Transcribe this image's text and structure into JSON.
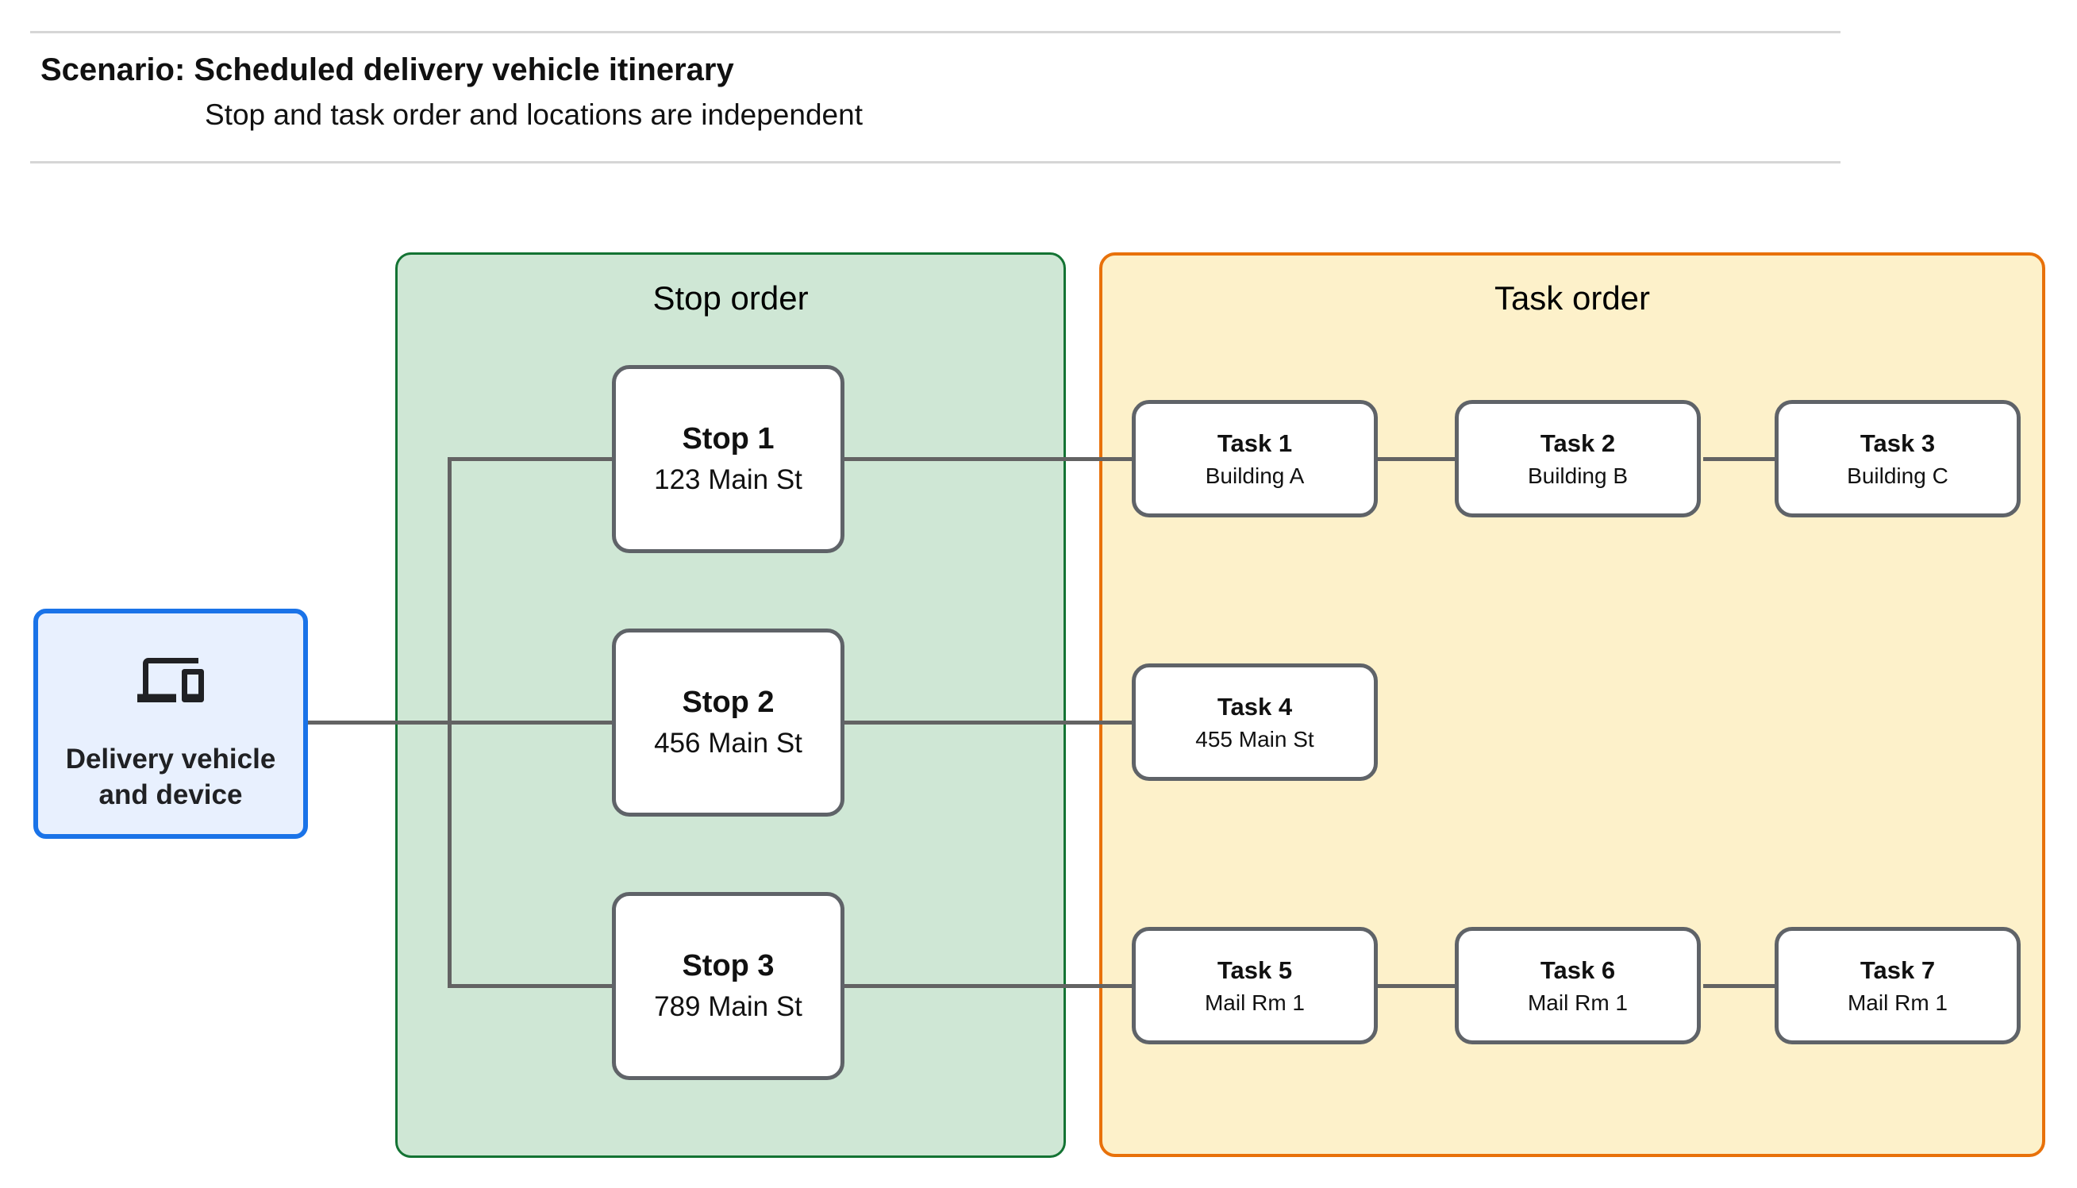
{
  "header": {
    "title": "Scenario: Scheduled delivery vehicle itinerary",
    "subtitle": "Stop and task order and locations are independent"
  },
  "vehicle": {
    "icon": "devices-icon",
    "lines": [
      "Delivery vehicle",
      "and device"
    ],
    "fill_color": "#e8f0fe",
    "border_color": "#1a73e8"
  },
  "stop_panel": {
    "title": "Stop order",
    "fill_color": "#cfe7d5",
    "border_color": "#137333"
  },
  "task_panel": {
    "title": "Task order",
    "fill_color": "#fdf1ca",
    "border_color": "#e8710a"
  },
  "stops": [
    {
      "title": "Stop 1",
      "location": "123 Main St"
    },
    {
      "title": "Stop 2",
      "location": "456 Main St"
    },
    {
      "title": "Stop 3",
      "location": "789 Main St"
    }
  ],
  "tasks": [
    {
      "title": "Task 1",
      "location": "Building A"
    },
    {
      "title": "Task 2",
      "location": "Building B"
    },
    {
      "title": "Task 3",
      "location": "Building C"
    },
    {
      "title": "Task 4",
      "location": "455 Main St"
    },
    {
      "title": "Task 5",
      "location": "Mail Rm 1"
    },
    {
      "title": "Task 6",
      "location": "Mail Rm 1"
    },
    {
      "title": "Task 7",
      "location": "Mail Rm 1"
    }
  ],
  "connections": {
    "color": "#636363",
    "node_border_color": "#5f6368",
    "links": [
      "vehicle -> Stop 1",
      "vehicle -> Stop 2",
      "vehicle -> Stop 3",
      "Stop 1 -> Task 1",
      "Task 1 -> Task 2",
      "Task 2 -> Task 3",
      "Stop 2 -> Task 4",
      "Stop 3 -> Task 5",
      "Task 5 -> Task 6",
      "Task 6 -> Task 7"
    ]
  }
}
